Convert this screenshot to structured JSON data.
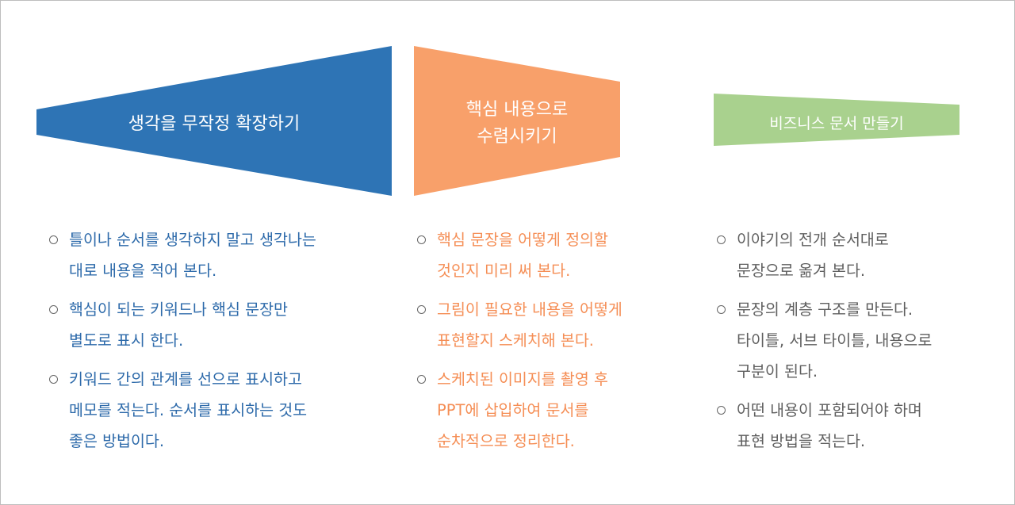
{
  "colors": {
    "stage1": "#2e74b5",
    "stage2": "#f8a06a",
    "stage3": "#a9d18e",
    "text1": "#2d6aaa",
    "text2": "#f58e55",
    "text3": "#5f5f5f"
  },
  "stages": [
    {
      "title": "생각을 무작정 확장하기",
      "items": [
        "틀이나 순서를 생각하지 말고 생각나는\n대로 내용을 적어 본다.",
        "핵심이 되는 키워드나 핵심 문장만\n별도로 표시 한다.",
        "키워드 간의 관계를 선으로 표시하고\n메모를 적는다. 순서를 표시하는 것도\n좋은 방법이다."
      ]
    },
    {
      "title": "핵심 내용으로\n수렴시키기",
      "items": [
        "핵심 문장을 어떻게 정의할\n것인지 미리 써 본다.",
        "그림이 필요한 내용을 어떻게\n표현할지 스케치해 본다.",
        "스케치된 이미지를 촬영 후\nPPT에 삽입하여 문서를\n순차적으로 정리한다."
      ]
    },
    {
      "title": "비즈니스 문서 만들기",
      "items": [
        "이야기의 전개 순서대로\n문장으로 옮겨 본다.",
        "문장의 계층 구조를 만든다.\n타이틀, 서브 타이틀, 내용으로\n구분이 된다.",
        "어떤 내용이 포함되어야 하며\n표현 방법을 적는다."
      ]
    }
  ]
}
